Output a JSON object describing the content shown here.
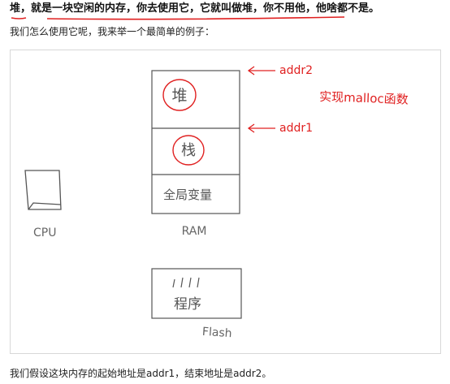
{
  "intro": {
    "text": "堆，就是一块空闲的内存，你去使用它，它就叫做堆，你不用他，他啥都不是。"
  },
  "subtitle": {
    "text": "我们怎么使用它呢，我来举一个最简单的例子："
  },
  "figure": {
    "cpu_label": "CPU",
    "heap_label": "堆",
    "stack_label": "栈",
    "globals_label": "全局变量",
    "ram_label": "RAM",
    "addr2_label": "addr2",
    "addr1_label": "addr1",
    "malloc_note": "实现malloc函数",
    "program_label": "程序",
    "flash_label": "Flash"
  },
  "footer": {
    "text": "我们假设这块内存的起始地址是addr1，结束地址是addr2。"
  },
  "colors": {
    "red": "#e02020",
    "ink": "#555555"
  }
}
